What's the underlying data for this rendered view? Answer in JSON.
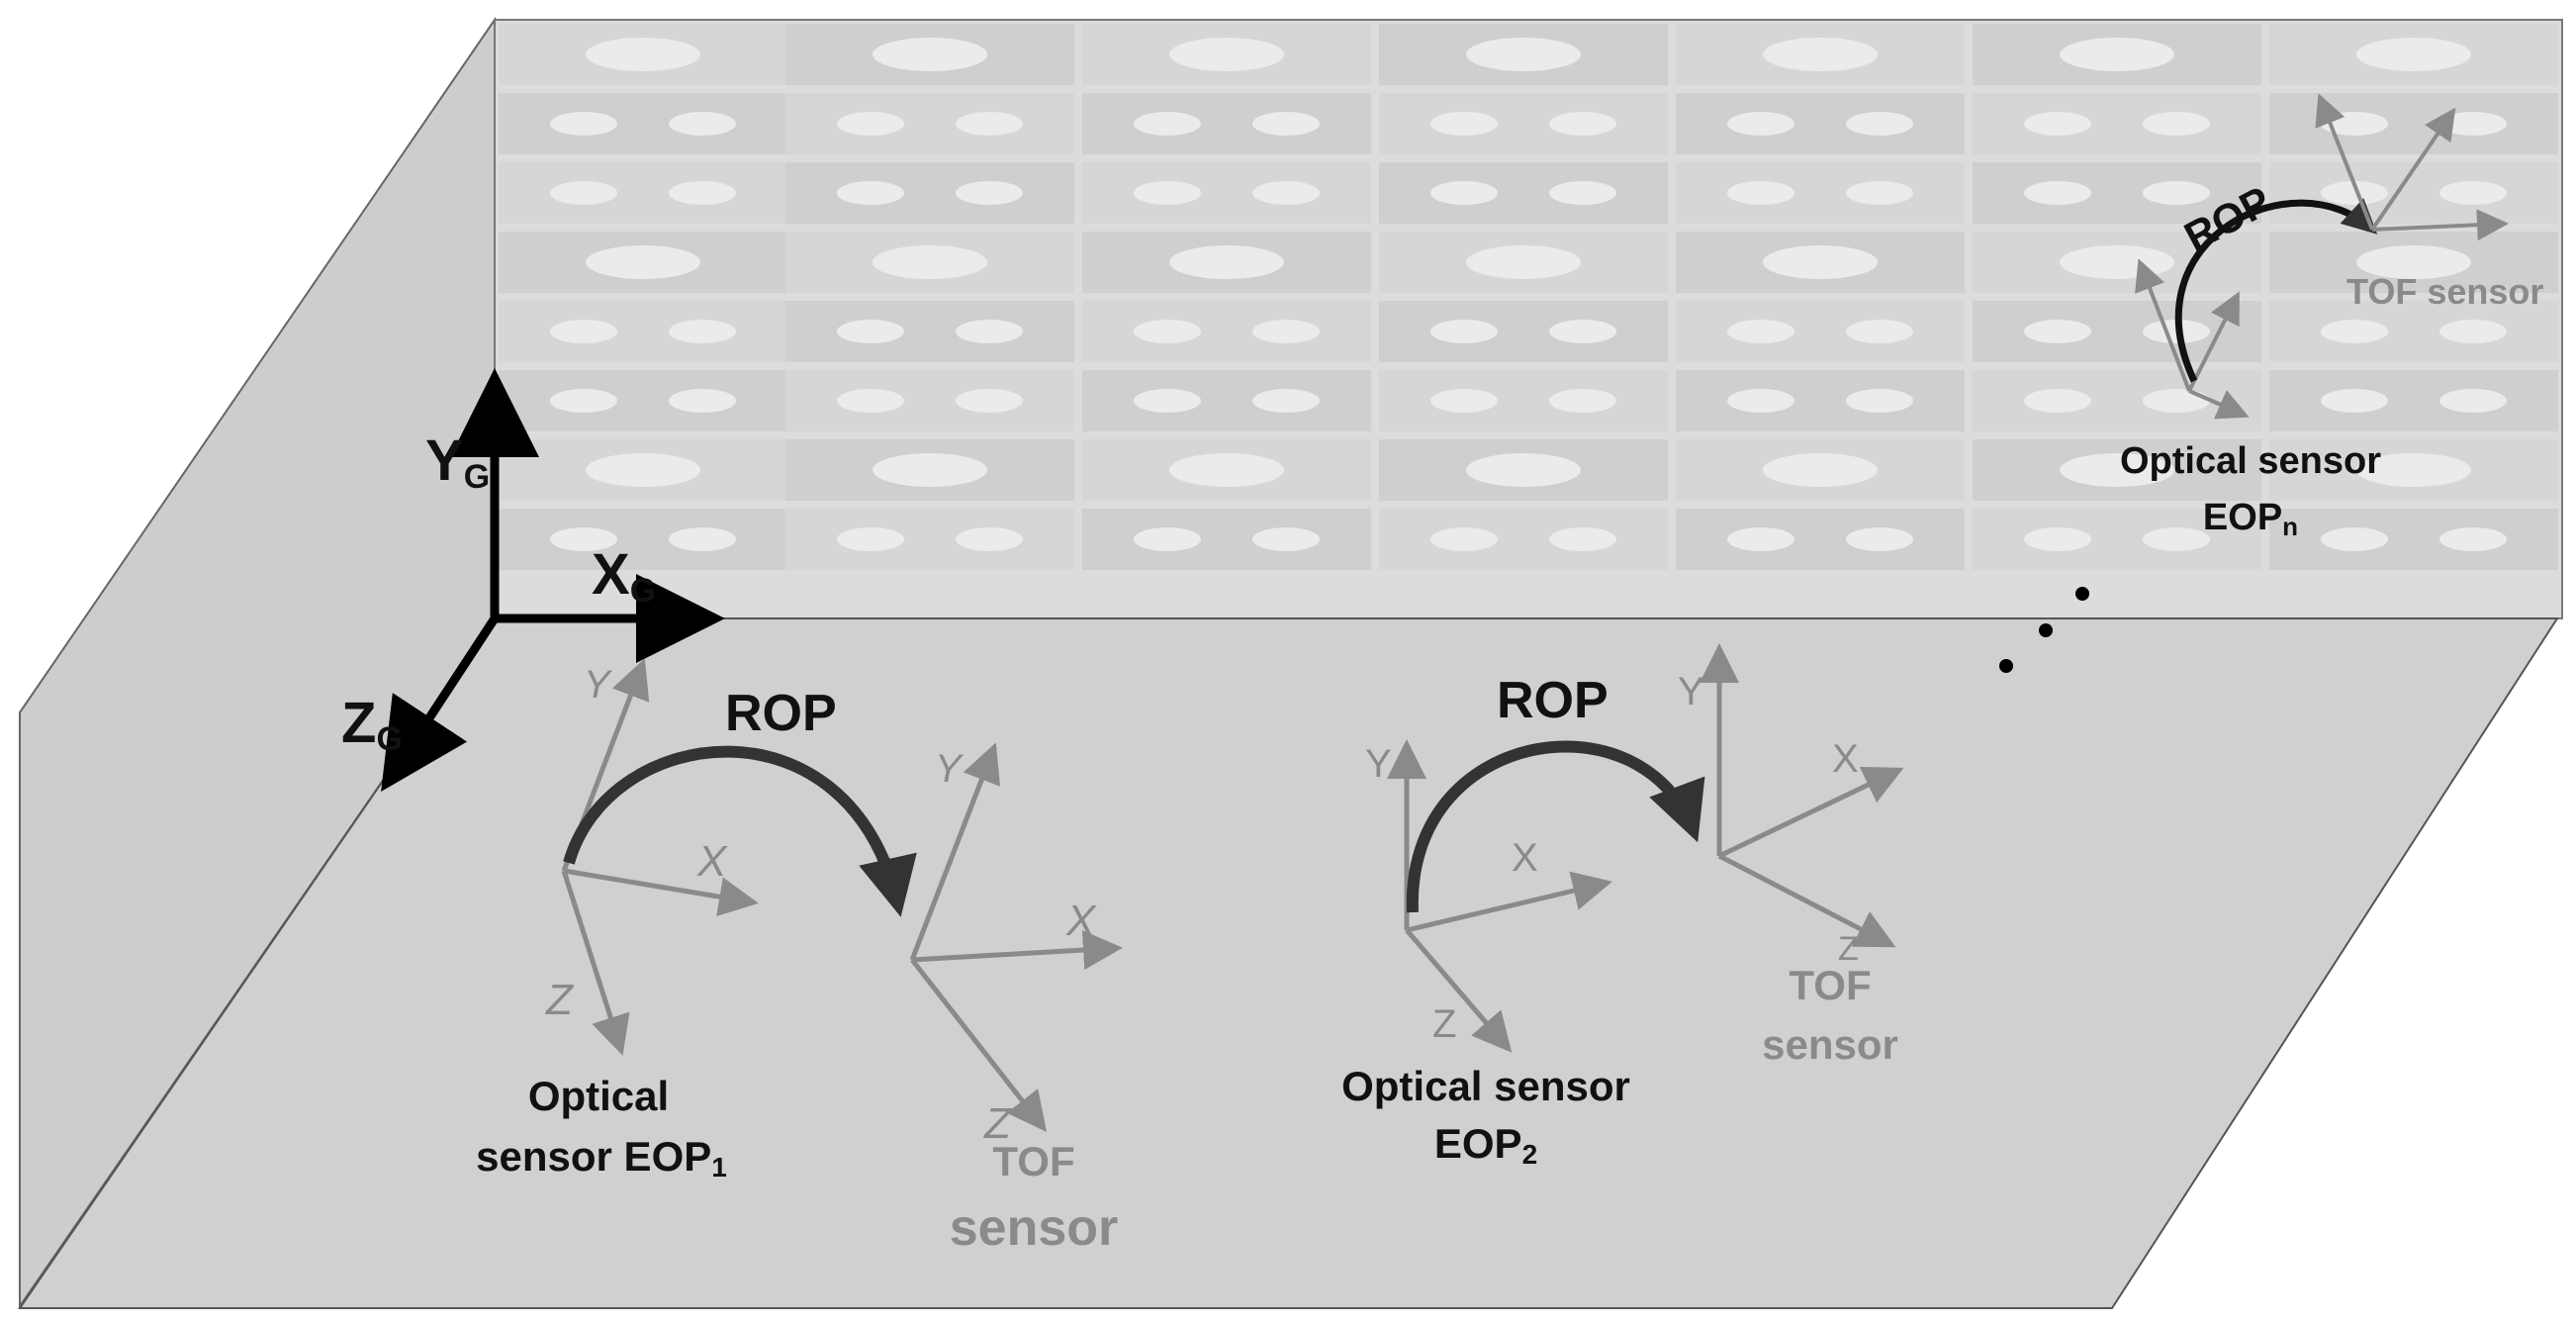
{
  "global_axes": {
    "x_main": "X",
    "x_sub": "G",
    "y_main": "Y",
    "y_sub": "G",
    "z_main": "Z",
    "z_sub": "G"
  },
  "frame1": {
    "rop": "ROP",
    "optical_line1": "Optical",
    "optical_line2_main": "sensor EOP",
    "optical_line2_sub": "1",
    "tof_line1": "TOF",
    "tof_line2": "sensor",
    "opt_axes": {
      "x": "X",
      "y": "Y",
      "z": "Z"
    },
    "tof_axes": {
      "x": "X",
      "y": "Y",
      "z": "Z"
    }
  },
  "frame2": {
    "rop": "ROP",
    "optical_line1": "Optical sensor",
    "optical_line2_main": "EOP",
    "optical_line2_sub": "2",
    "tof_line1": "TOF",
    "tof_line2": "sensor",
    "opt_axes": {
      "x": "X",
      "y": "Y",
      "z": "Z"
    },
    "tof_axes": {
      "x": "X",
      "y": "Y",
      "z": "Z"
    }
  },
  "frame_n": {
    "rop": "ROP",
    "optical_line1": "Optical sensor",
    "optical_line2_main": "EOP",
    "optical_line2_sub": "n",
    "tof_label": "TOF sensor"
  },
  "colors": {
    "floor": "#d0d0d0",
    "wall": "#dcdcdc",
    "left_wall": "#cdcdcd",
    "panel": "#d6d6d6",
    "panel_dark": "#cfcfcf",
    "hole": "#ebebeb",
    "sensor_axis": "#8a8a8a",
    "rop_arrow": "#333333",
    "black": "#000000"
  }
}
